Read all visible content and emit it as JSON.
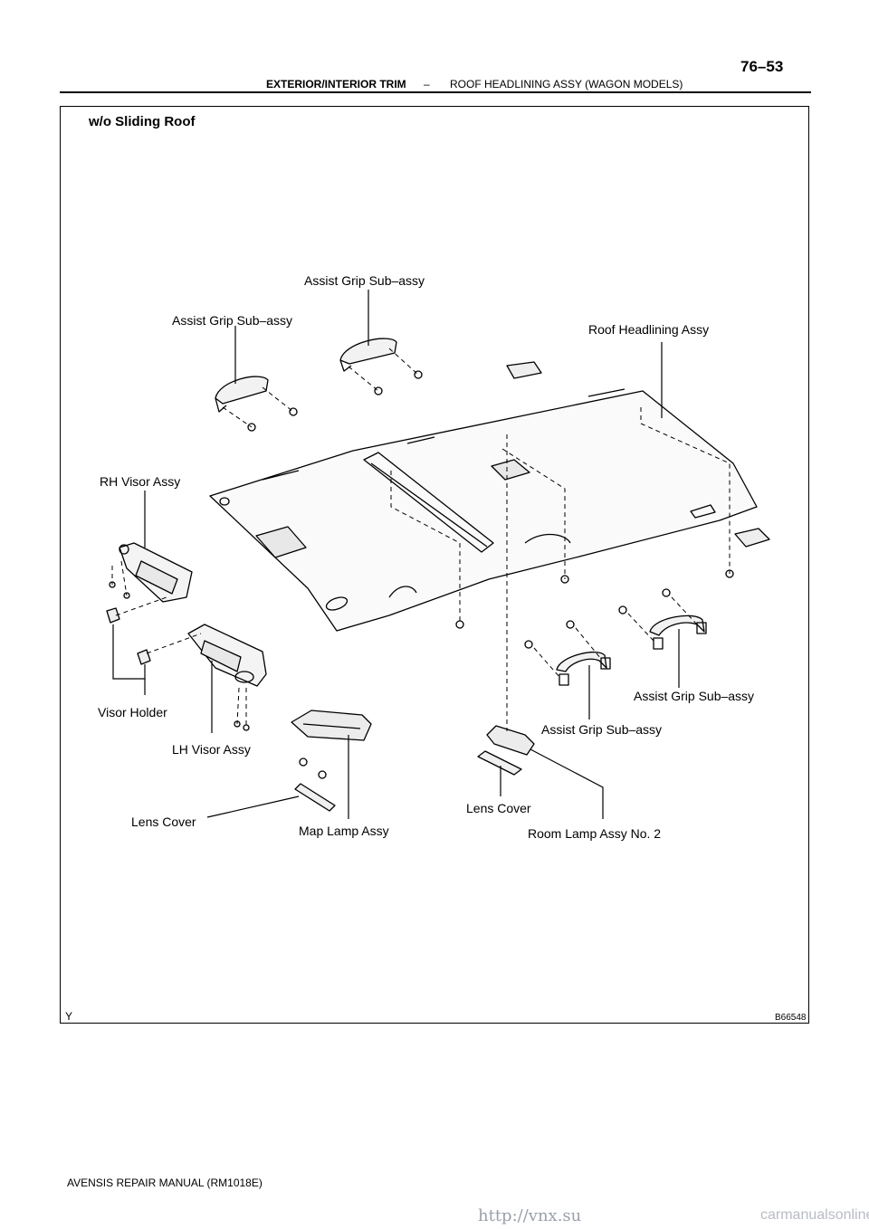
{
  "header": {
    "page_number": "76–53",
    "section": "EXTERIOR/INTERIOR TRIM",
    "separator": "–",
    "topic": "ROOF HEADLINING ASSY (WAGON MODELS)"
  },
  "figure": {
    "variant_title": "w/o Sliding Roof",
    "figure_id": "B66548",
    "corner_mark": "Y",
    "labels": {
      "assist_grip_top": "Assist Grip Sub–assy",
      "assist_grip_left": "Assist Grip Sub–assy",
      "roof_headlining": "Roof Headlining Assy",
      "rh_visor": "RH Visor Assy",
      "visor_holder": "Visor Holder",
      "lh_visor": "LH Visor Assy",
      "assist_grip_right": "Assist Grip Sub–assy",
      "assist_grip_center": "Assist Grip Sub–assy",
      "lens_cover_left": "Lens Cover",
      "map_lamp": "Map Lamp Assy",
      "lens_cover_right": "Lens Cover",
      "room_lamp": "Room Lamp Assy No. 2"
    }
  },
  "footer": {
    "manual": "AVENSIS REPAIR MANUAL   (RM1018E)"
  },
  "watermarks": {
    "left": "http://vnx.su",
    "right": "carmanualsonline.info"
  }
}
